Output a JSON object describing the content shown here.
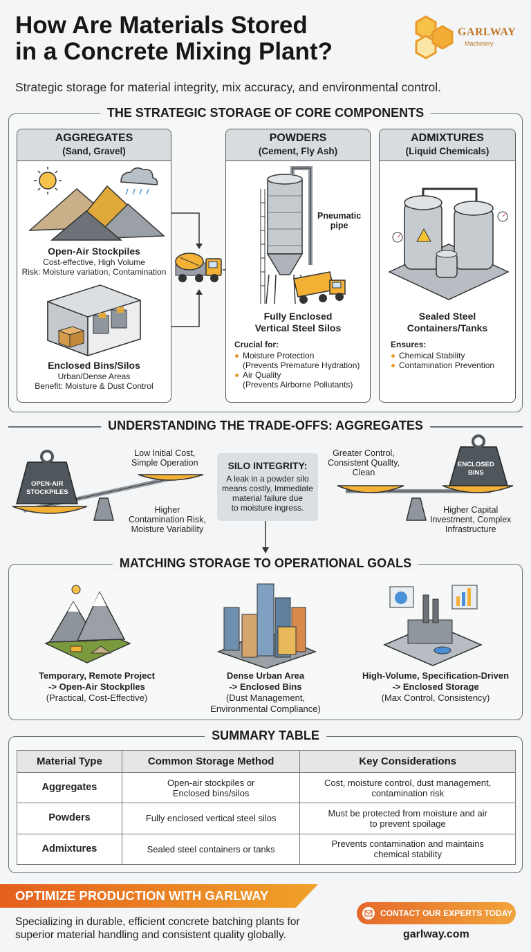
{
  "header": {
    "title_line1": "How Are Materials Stored",
    "title_line2": "in a Concrete Mixing Plant?",
    "subtitle": "Strategic storage for material integrity, mix accuracy, and environmental control.",
    "logo_text": "GARLWAY",
    "logo_sub": "Machinery"
  },
  "section1": {
    "title": "THE STRATEGIC STORAGE OF CORE COMPONENTS",
    "aggregates": {
      "heading": "AGGREGATES",
      "sub": "(Sand, Gravel)",
      "open_title": "Open-Air Stockpiles",
      "open_line1": "Cost-effective, High Volume",
      "open_line2": "Risk: Moisture variation, Contamination",
      "enclosed_title": "Enclosed Bins/Silos",
      "enclosed_line1": "Urban/Dense Areas",
      "enclosed_line2": "Benefit: Moisture & Dust Control"
    },
    "powders": {
      "heading": "POWDERS",
      "sub": "(Cement, Fly Ash)",
      "pipe_label_1": "Pneumatic",
      "pipe_label_2": "pipe",
      "title_1": "Fully Enclosed",
      "title_2": "Vertical Steel Silos",
      "lead": "Crucial for:",
      "item1": "Moisture Protection",
      "item1_sub": "(Prevents Premature Hydration)",
      "item2": "Air Quality",
      "item2_sub": "(Prevents Airborne Pollutants)"
    },
    "admixtures": {
      "heading": "ADMIXTURES",
      "sub": "(Liquid Chemicals)",
      "title_1": "Sealed Steel",
      "title_2": "Containers/Tanks",
      "lead": "Ensures:",
      "item1": "Chemical Stability",
      "item2": "Contamination Prevention"
    }
  },
  "section2": {
    "title": "UNDERSTANDING THE TRADE-OFFS: AGGREGATES",
    "left_weight_1": "OPEN-AIR",
    "left_weight_2": "STOCKPILES",
    "left_top_1": "Low Initial Cost,",
    "left_top_2": "Simple Operation",
    "left_bottom_1": "Higher",
    "left_bottom_2": "Contamination Risk,",
    "left_bottom_3": "Moisture Variability",
    "silo_title": "SILO INTEGRITY:",
    "silo_1": "A leak in a powder silo",
    "silo_2": "means costly, Immediate",
    "silo_3": "material failure due",
    "silo_4": "to moisture ingress.",
    "right_top_1": "Greater Control,",
    "right_top_2": "Consistent Quallty,",
    "right_top_3": "Clean",
    "right_weight_1": "ENCLOSED",
    "right_weight_2": "BINS",
    "right_bottom_1": "Higher Capital",
    "right_bottom_2": "Investment, Complex",
    "right_bottom_3": "Infrastructure"
  },
  "section3": {
    "title": "MATCHING STORAGE TO OPERATIONAL GOALS",
    "goal1_1": "Temporary, Remote Project",
    "goal1_2": "-> Open-Air Stockplles",
    "goal1_3": "(Practical, Cost-Effective)",
    "goal2_1": "Dense Urban Area",
    "goal2_2": "-> Enclosed Bins",
    "goal2_3": "(Dust Management,",
    "goal2_4": "Environmental Compliance)",
    "goal3_1": "High-Volume, Specification-Driven",
    "goal3_2": "-> Enclosed Storage",
    "goal3_3": "(Max Control, Consistency)"
  },
  "section4": {
    "title": "SUMMARY TABLE",
    "headers": [
      "Material Type",
      "Common Storage Method",
      "Key Considerations"
    ],
    "rows": [
      [
        "Aggregates",
        "Open-air stockpiles or",
        "Enclosed bins/silos",
        "Cost, moisture control, dust management,",
        "contamination risk"
      ],
      [
        "Powders",
        "Fully enclosed vertical steel silos",
        "",
        "Must be protected from moisture and air",
        "to prevent spoilage"
      ],
      [
        "Admixtures",
        "Sealed steel containers or tanks",
        "",
        "Prevents contamination and maintains",
        "chemical stability"
      ]
    ]
  },
  "footer": {
    "banner": "OPTIMIZE PRODUCTION WITH GARLWAY",
    "text_1": "Specializing in durable, efficient concrete batching plants for",
    "text_2": "superior material handling and consistent quality globally.",
    "cta": "CONTACT OUR EXPERTS TODAY",
    "site": "garlway.com"
  },
  "colors": {
    "accent_orange": "#e8892c",
    "panel_border": "#6b7075",
    "card_header": "#d9dcdf"
  }
}
